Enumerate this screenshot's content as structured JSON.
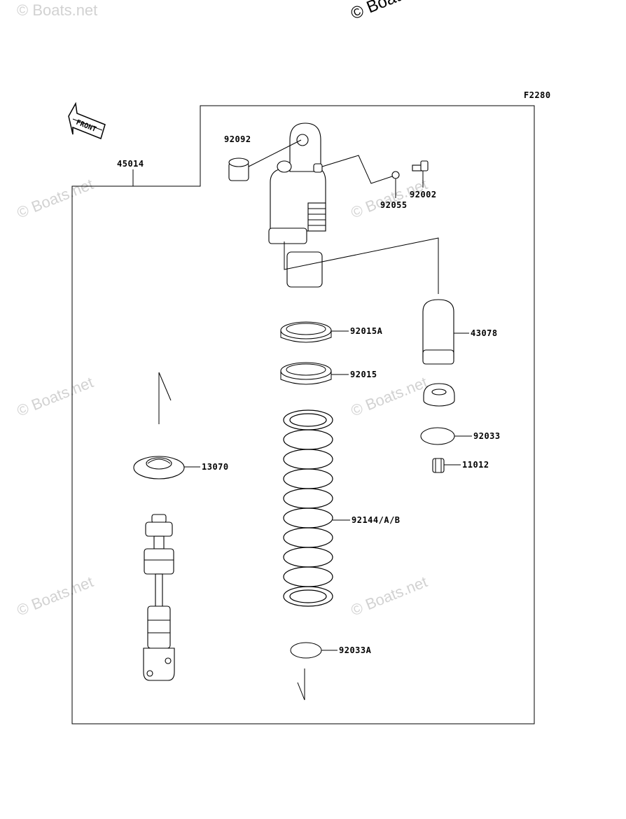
{
  "diagram_code": "F2280",
  "front_label": "FRONT",
  "watermark": "© Boats.net",
  "top_watermark": "© Boats",
  "parts": {
    "p45014": "45014",
    "p92092": "92092",
    "p92055": "92055",
    "p92002": "92002",
    "p92015A": "92015A",
    "p43078": "43078",
    "p92015": "92015",
    "p92033": "92033",
    "p11012": "11012",
    "p13070": "13070",
    "p92144": "92144/A/B",
    "p92033A": "92033A"
  }
}
